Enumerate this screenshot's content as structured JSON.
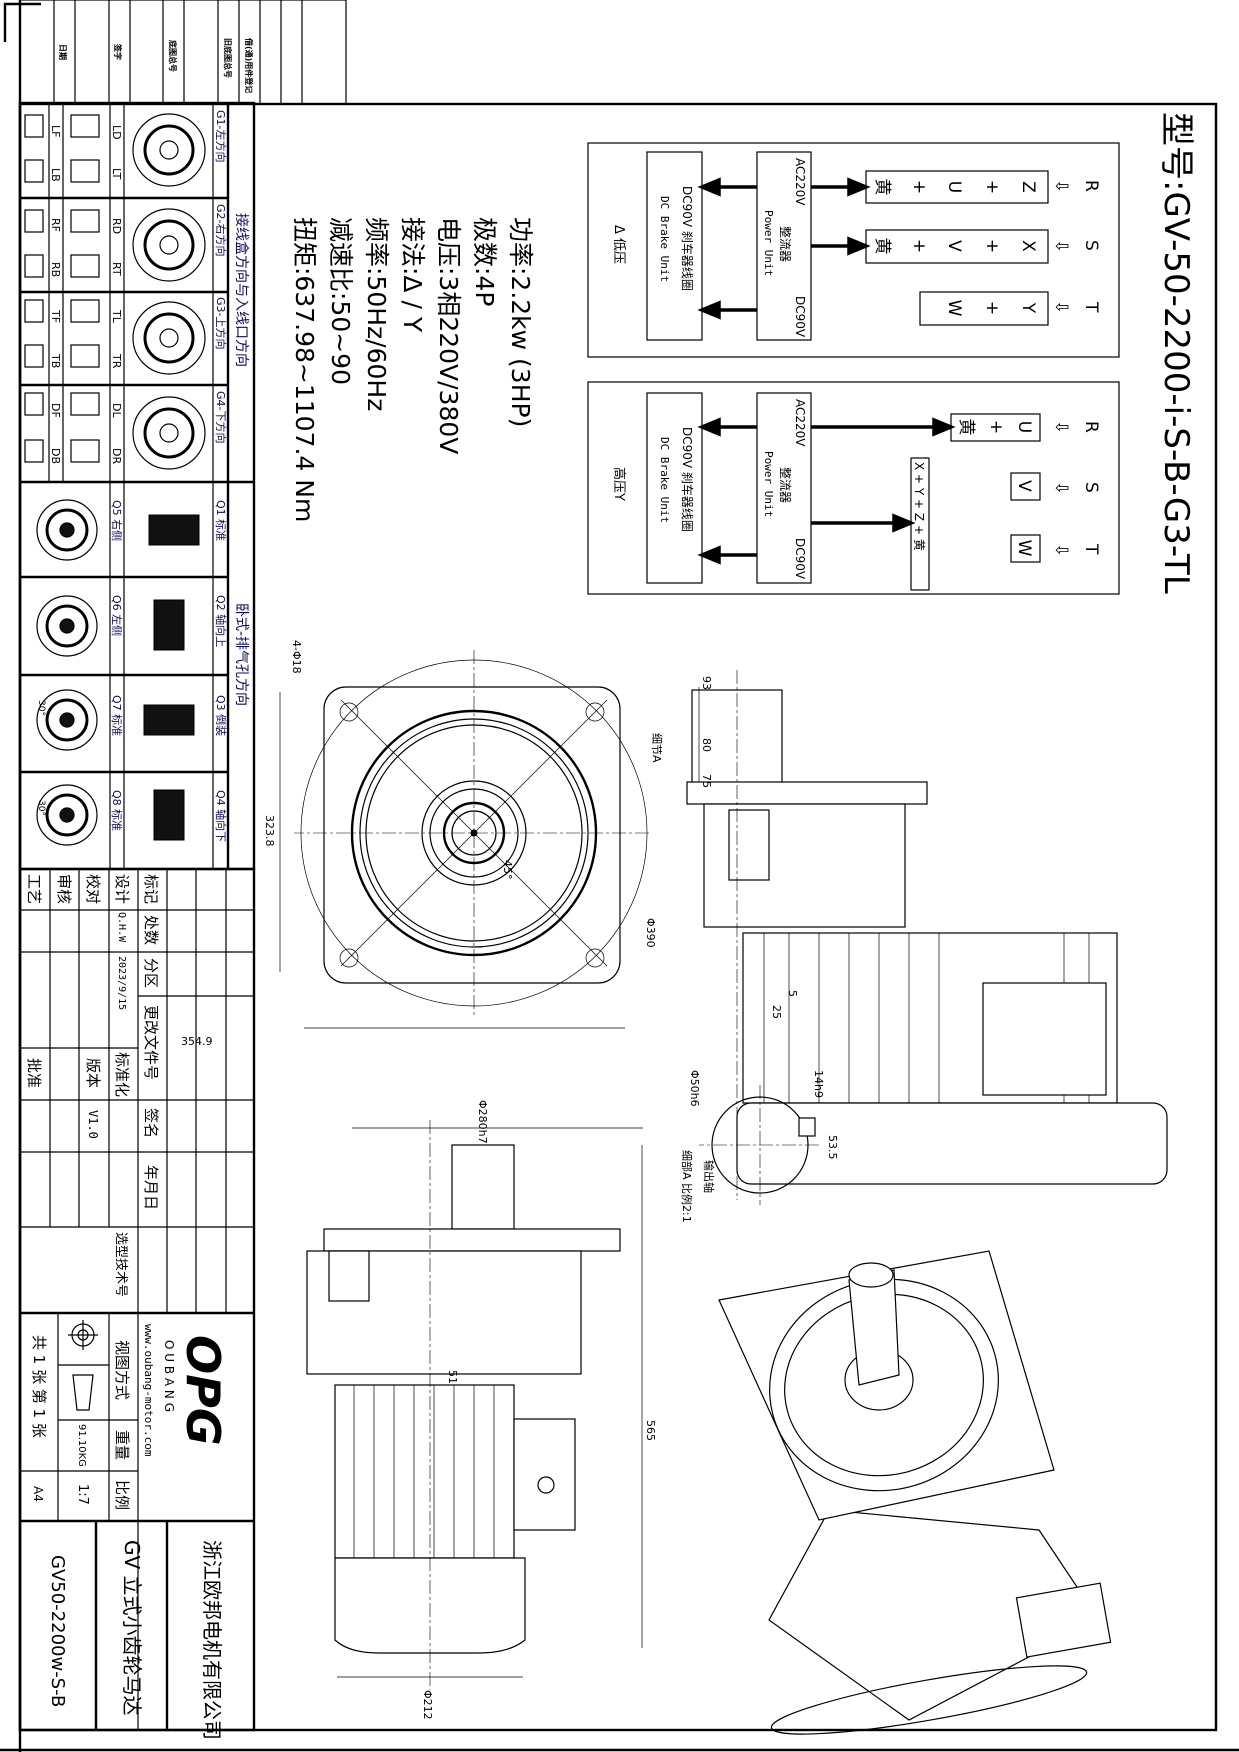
{
  "title": "型号:GV-50-2200-i-S-B-G3-TL",
  "specs": [
    "功率:2.2kw (3HP)",
    "极数:4P",
    "电压:3相220V/380V",
    "接法:Δ / Y",
    "频率:50Hz/60Hz",
    "减速比:50~90",
    "扭矩:637.98~1107.4 Nm"
  ],
  "wiring": {
    "phases": [
      "R",
      "S",
      "T"
    ],
    "arrow": "⇩",
    "low": {
      "terminals": [
        [
          "Z",
          "+",
          "U",
          "+",
          "黄"
        ],
        [
          "X",
          "+",
          "V",
          "+",
          "黄"
        ],
        [
          "Y",
          "+",
          "W"
        ]
      ],
      "label": "Δ 低压"
    },
    "high": {
      "terminals": [
        [
          "U",
          "+",
          "黄"
        ],
        [
          "V"
        ],
        [
          "W"
        ]
      ],
      "star": "X + Y + Z + 黄",
      "label": "高压Y"
    },
    "power_unit": {
      "ac": "AC220V",
      "name_cn": "整流器",
      "name_en": "Power Unit",
      "dc": "DC90V"
    },
    "brake_unit": {
      "line1": "DC90V 刹车器线圈",
      "line2": "DC Brake Unit"
    }
  },
  "dimensions": {
    "holes": "4-Φ18",
    "height": "323.8",
    "width": "354.9",
    "angle": "45°",
    "circle": "Φ390",
    "detail": "细节A",
    "d93": "93",
    "d80": "80",
    "d75": "75",
    "d5": "5",
    "d25": "25",
    "shaft_dia": "Φ50h6",
    "key": "14h9",
    "key_depth": "53.5",
    "shaft_title": "输出轴",
    "shaft_scale": "细部A 比例2:1",
    "pilot": "Φ280h7",
    "d51": "51",
    "length": "565",
    "motor_dia": "Φ212"
  },
  "install_table": {
    "side_label_1": "接线盒方向与入线口方向",
    "side_label_2": "卧式-排气孔方向",
    "g_rows": [
      {
        "label": "G1-左方向",
        "a": [
          "LD",
          "LT"
        ],
        "b": [
          "LF",
          "LB"
        ]
      },
      {
        "label": "G2-右方向",
        "a": [
          "RD",
          "RT"
        ],
        "b": [
          "RF",
          "RB"
        ]
      },
      {
        "label": "G3-上方向",
        "a": [
          "TL",
          "TR"
        ],
        "b": [
          "TF",
          "TB"
        ]
      },
      {
        "label": "G4-下方向",
        "a": [
          "DL",
          "DR"
        ],
        "b": [
          "DF",
          "DB"
        ]
      }
    ],
    "q_rows": [
      {
        "q": "Q1 标准",
        "p": "Q5 右侧"
      },
      {
        "q": "Q2 轴向上",
        "p": "Q6 左侧"
      },
      {
        "q": "Q3 倒装",
        "p": "Q7 标准",
        "angle": "30°"
      },
      {
        "q": "Q4 轴向下",
        "p": "Q8 标准",
        "angle": "30°"
      }
    ]
  },
  "top_strip": [
    "借(通)用件登记",
    "旧底图总号",
    "底图总号",
    "签字",
    "日期"
  ],
  "title_block": {
    "headers": [
      "标记",
      "处数",
      "分区",
      "更改文件号",
      "签名",
      "年月日"
    ],
    "design": "设计",
    "designer": "Q.H.W",
    "date": "2023/9/15",
    "standard": "标准化",
    "check": "校对",
    "version_label": "版本",
    "version": "V1.0",
    "review": "审核",
    "process": "工艺",
    "approve": "批准",
    "tech_no": "选型技术号",
    "view_method": "视图方式",
    "weight_label": "重量",
    "weight": "91.10KG",
    "scale_label": "比例",
    "scale": "1:7",
    "sheets": "共 1 张 第 1 张",
    "paper": "A4",
    "logo": "OPG",
    "brand": "O U B A N G",
    "website": "www.oubang-motor.com",
    "company": "浙江欧邦电机有限公司",
    "product": "GV 立式小齿轮马达",
    "drawing_no": "GV50-2200w-S-B"
  }
}
